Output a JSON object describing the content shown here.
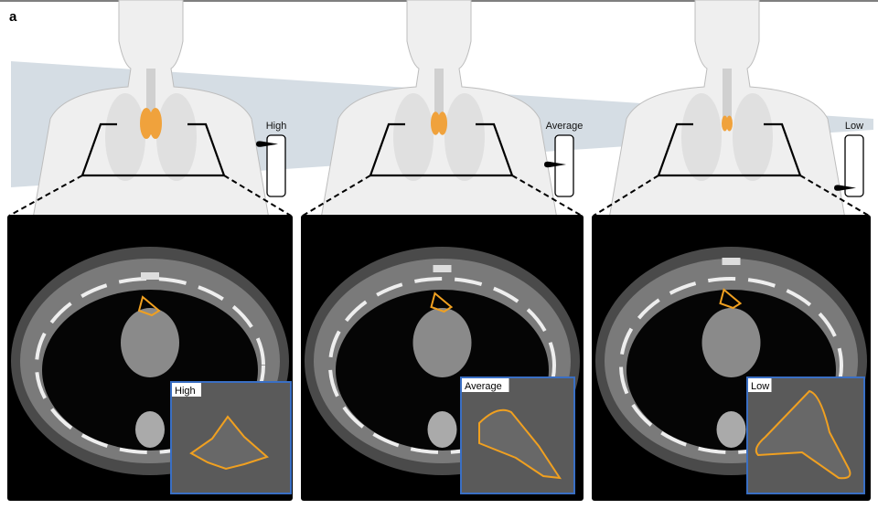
{
  "panel_letter": "a",
  "columns": [
    {
      "label": "High",
      "inset_label": "High",
      "level": 0.85
    },
    {
      "label": "Average",
      "inset_label": "Average",
      "level": 0.5
    },
    {
      "label": "Low",
      "inset_label": "Low",
      "level": 0.1
    }
  ],
  "colors": {
    "thymus": "#f0a23c",
    "contour": "#f0a020",
    "inset_border": "#3a6fc4",
    "wedge": "#d5dde4"
  }
}
